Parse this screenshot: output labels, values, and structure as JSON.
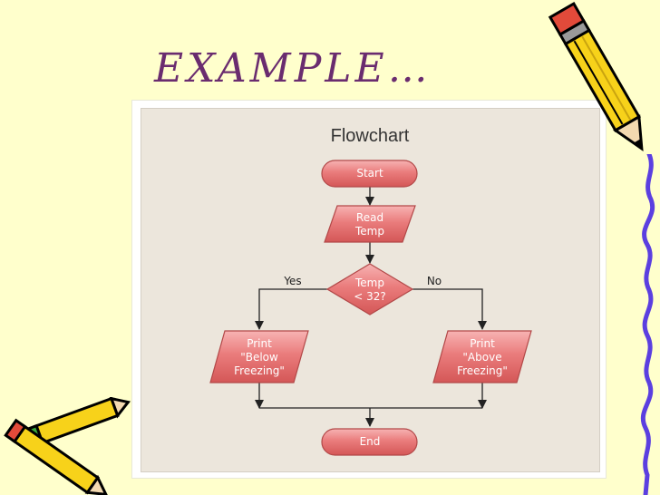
{
  "slide": {
    "title": "EXAMPLE…"
  },
  "flowchart": {
    "title": "Flowchart",
    "start": "Start",
    "read": [
      "Read",
      "Temp"
    ],
    "decision": [
      "Temp",
      "< 32?"
    ],
    "yes_label": "Yes",
    "no_label": "No",
    "print_below": [
      "Print",
      "\"Below",
      "Freezing\""
    ],
    "print_above": [
      "Print",
      "\"Above",
      "Freezing\""
    ],
    "end": "End"
  },
  "colors": {
    "background": "#ffffcc",
    "title": "#6a2c6f",
    "node_fill": "#e26c6c",
    "node_stroke": "#b24848",
    "pencil_yellow": "#f7d21a",
    "squiggle": "#5b3fe0"
  }
}
